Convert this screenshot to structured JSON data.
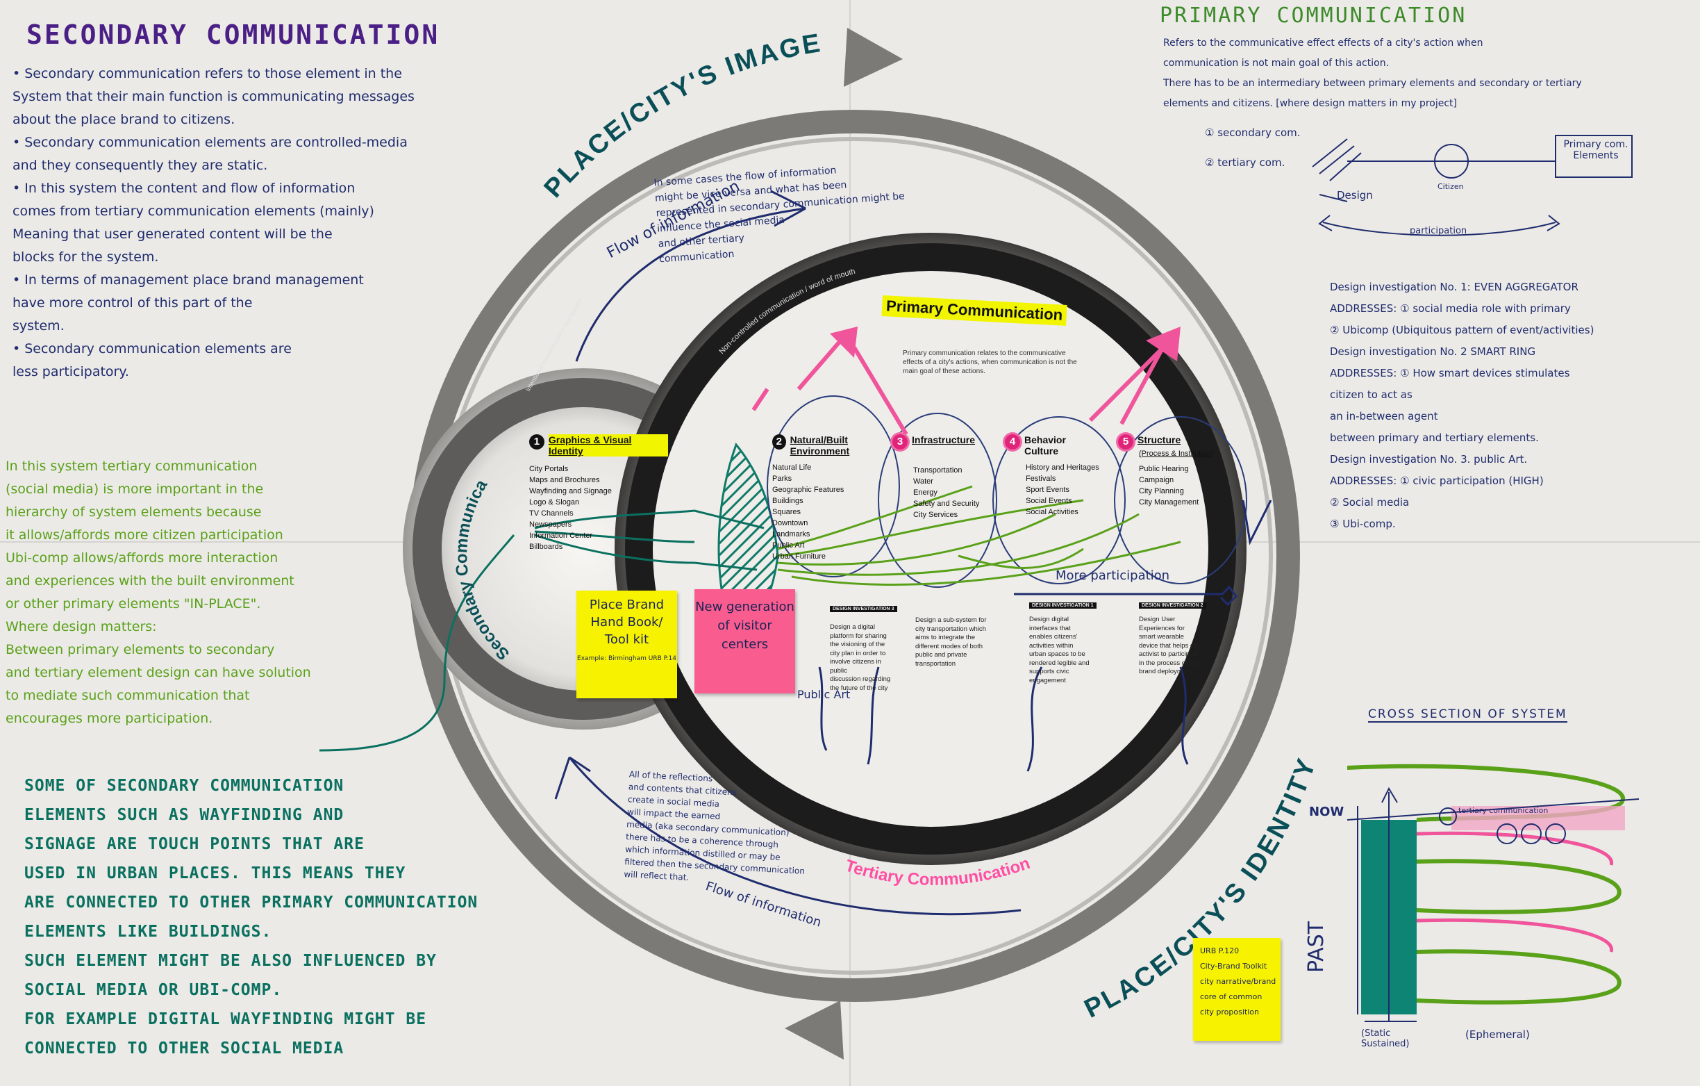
{
  "colors": {
    "paper": "#eceae6",
    "navy_ink": "#1f2c6e",
    "purple_ink": "#4a1f86",
    "green_ink": "#5aa11a",
    "teal_ink": "#0a7060",
    "highlight_yellow": "#f2f500",
    "highlight_pink": "#f0549a",
    "ring_dark": "#1c1c1c",
    "ring_gray": "#777777"
  },
  "left": {
    "title": "SECONDARY COMMUNICATION",
    "navy_lines": [
      "• Secondary communication refers to those element in the",
      "System that their main function is communicating messages",
      "about the place brand to citizens.",
      "• Secondary communication elements are controlled-media",
      "and they consequently they are static.",
      "• In this system the content and flow of information",
      "comes from tertiary communication elements (mainly)",
      "Meaning that user generated content will be the",
      "blocks for the system.",
      "• In terms of management place brand management",
      "have more control of this part of the",
      "system.",
      "• Secondary communication elements are",
      "less participatory."
    ],
    "green_lines": [
      "In this system tertiary communication",
      "(social media) is more important in the",
      "hierarchy of system elements because",
      "it allows/affords more citizen participation",
      "Ubi-comp allows/affords more interaction",
      "and experiences with the built environment",
      "or other primary elements \"IN-PLACE\".",
      "Where design matters:",
      "Between primary elements to secondary",
      "and tertiary element design can have solution",
      "to mediate such communication that",
      "encourages more participation."
    ],
    "teal_lines": [
      "SOME OF SECONDARY COMMUNICATION",
      "ELEMENTS SUCH AS WAYFINDING AND",
      "SIGNAGE ARE TOUCH POINTS THAT ARE",
      "USED IN URBAN PLACES. THIS MEANS THEY",
      "ARE CONNECTED TO OTHER PRIMARY COMMUNICATION",
      "ELEMENTS LIKE BUILDINGS.",
      "SUCH ELEMENT MIGHT BE ALSO INFLUENCED BY",
      "SOCIAL MEDIA OR UBI-COMP.",
      "FOR EXAMPLE DIGITAL WAYFINDING MIGHT BE",
      "CONNECTED TO OTHER SOCIAL MEDIA"
    ]
  },
  "right": {
    "title": "PRIMARY COMMUNICATION",
    "intro_lines": [
      "Refers to the communicative effect effects of a city's action when",
      "communication is not main goal of this action.",
      "There has to be an intermediary between primary elements and secondary or tertiary",
      "elements and citizens. [where design matters in my project]"
    ],
    "sketch": {
      "item1": "① secondary com.",
      "item2": "② tertiary com.",
      "citizen": "Citizen",
      "box": "Primary com. Elements",
      "design": "Design",
      "participation": "participation"
    },
    "investigation_lines": [
      "Design investigation No. 1: EVEN AGGREGATOR",
      "ADDRESSES: ① social media role with primary",
      "② Ubicomp (Ubiquitous pattern of event/activities)",
      "Design investigation No. 2 SMART RING",
      "ADDRESSES: ① How smart devices stimulates",
      "citizen to act as",
      "an in-between agent",
      "between primary and tertiary elements.",
      "Design investigation No. 3. public Art.",
      "ADDRESSES: ① civic participation (HIGH)",
      "② Social media",
      "③ Ubi-comp."
    ],
    "cross_section": {
      "title": "CROSS SECTION OF SYSTEM",
      "now": "NOW",
      "past": "PAST",
      "static": "(Static Sustained)",
      "ephemeral": "(Ephemeral)",
      "tertiary_label": "tertiary communication"
    }
  },
  "diagram": {
    "outer_top_label": "PLACE/CITY'S IMAGE",
    "outer_bottom_label": "PLACE/CITY'S IDENTITY",
    "secondary_label": "Secondary Communication",
    "tertiary_label": "Tertiary Communication",
    "ring_small_text": "Non-controlled communication / word of mouth",
    "intentional_text": "Intentional communication touchpoints",
    "primary_title": "Primary Communication",
    "primary_desc": [
      "Primary communication relates to the communicative",
      "effects of a city's actions, when communication is not the",
      "main goal of these actions."
    ],
    "categories": [
      {
        "num": "1",
        "title": "Graphics & Visual Identity",
        "items": [
          "City Portals",
          "Maps and Brochures",
          "Wayfinding and Signage",
          "Logo & Slogan",
          "TV Channels",
          "Newspapers",
          "Information Center",
          "Billboards"
        ]
      },
      {
        "num": "2",
        "title": "Natural/Built Environment",
        "items": [
          "Natural Life",
          "Parks",
          "Geographic Features",
          "Buildings",
          "Squares",
          "Downtown",
          "Landmarks",
          "Public Art",
          "Urban Furniture"
        ]
      },
      {
        "num": "3",
        "title": "Infrastructure",
        "items": [
          "Transportation",
          "Water",
          "Energy",
          "Safety and Security",
          "City Services"
        ]
      },
      {
        "num": "4",
        "title": "Behavior Culture",
        "items": [
          "History and Heritages",
          "Festivals",
          "Sport Events",
          "Social Events",
          "Social Activities"
        ]
      },
      {
        "num": "5",
        "title": "Structure",
        "subtitle": "(Process & Institution)",
        "items": [
          "Public Hearing",
          "Campaign",
          "City Planning",
          "City Management"
        ]
      }
    ],
    "investigations": [
      {
        "label": "DESIGN INVESTIGATION 3",
        "lines": [
          "Design a digital",
          "platform for sharing",
          "the visioning of the",
          "city plan in order to",
          "involve citizens in",
          "public",
          "discussion regarding",
          "the future of the city"
        ]
      },
      {
        "label": "",
        "lines": [
          "Design a sub-system for",
          "city transportation which",
          "aims to integrate the",
          "different modes of both",
          "public and private",
          "transportation"
        ]
      },
      {
        "label": "DESIGN INVESTIGATION 1",
        "lines": [
          "Design digital",
          "interfaces that",
          "enables citizens'",
          "activities within",
          "urban spaces to be",
          "rendered legible and",
          "supports civic",
          "engagement"
        ]
      },
      {
        "label": "DESIGN INVESTIGATION 2",
        "lines": [
          "Design User",
          "Experiences for",
          "smart wearable",
          "device that helps city",
          "activist to participate",
          "in the process of city",
          "brand deployment"
        ]
      }
    ],
    "annotations": {
      "flow_top": "Flow of information",
      "flow_top_note": [
        "In some cases the flow of information",
        "might be vice versa and what has been",
        "represented in secondary communication might be",
        "influence the social media",
        "and other tertiary",
        "communication"
      ],
      "flow_bottom": "Flow of information",
      "bottom_note": [
        "All of the reflections",
        "and contents that citizens",
        "create in social media",
        "will impact the earned",
        "media (aka secondary communication)",
        "there has to be a coherence through",
        "which information distilled or may be",
        "filtered then the secondary communication",
        "will reflect that."
      ],
      "more_participation": "More participation",
      "public_art": "Public Art"
    }
  },
  "stickies": [
    {
      "color": "#f6f200",
      "lines": [
        "Place Brand",
        "Hand Book/",
        "Tool kit"
      ],
      "small": "Example: Birmingham  URB P.14"
    },
    {
      "color": "#f95c8e",
      "lines": [
        "New generation",
        "of visitor",
        "centers"
      ],
      "small": ""
    },
    {
      "color": "#f6f200",
      "lines": [
        "URB P.120",
        "City-Brand Toolkit",
        "city narrative/brand",
        "core of common",
        "city proposition"
      ],
      "small": ""
    }
  ]
}
